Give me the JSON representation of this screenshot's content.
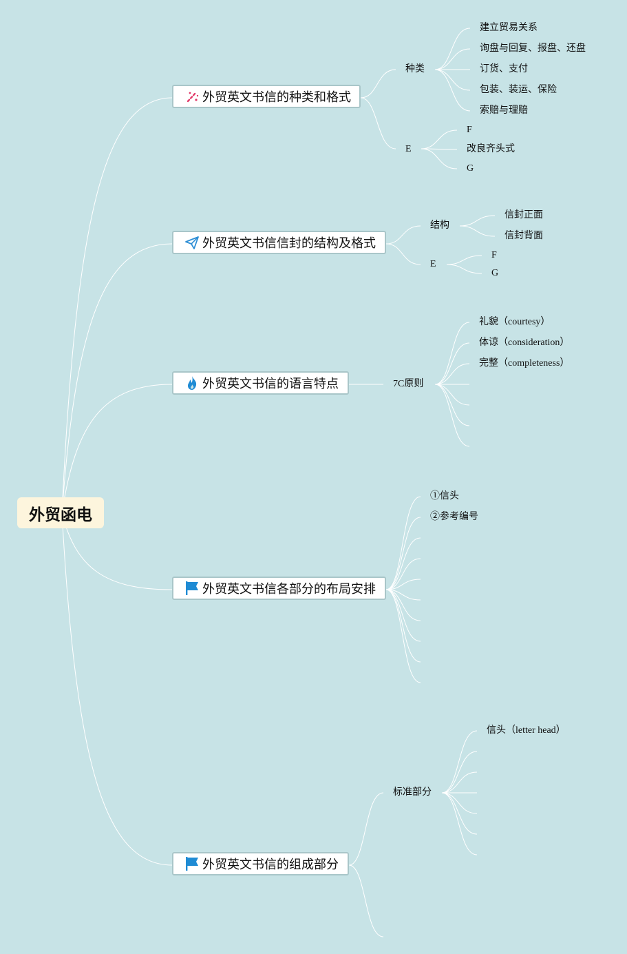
{
  "root": {
    "label": "外贸函电"
  },
  "topics": [
    {
      "label": "外贸英文书信的种类和格式",
      "icon": "magic-wand-icon"
    },
    {
      "label": "外贸英文书信信封的结构及格式",
      "icon": "paper-plane-icon"
    },
    {
      "label": "外贸英文书信的语言特点",
      "icon": "flame-icon"
    },
    {
      "label": "外贸英文书信各部分的布局安排",
      "icon": "flag-icon"
    },
    {
      "label": "外贸英文书信的组成部分",
      "icon": "flag-icon"
    }
  ],
  "t1": {
    "kinds": {
      "label": "种类",
      "items": [
        "建立贸易关系",
        "询盘与回复、报盘、还盘",
        "订货、支付",
        "包装、装运、保险",
        "索赔与理赔"
      ]
    },
    "e": {
      "label": "E",
      "items": [
        "F",
        "改良齐头式",
        "G"
      ]
    }
  },
  "t2": {
    "structure": {
      "label": "结构",
      "items": [
        "信封正面",
        "信封背面"
      ]
    },
    "e": {
      "label": "E",
      "items": [
        "F",
        "G"
      ]
    }
  },
  "t3": {
    "principle": {
      "label": "7C原则",
      "items": [
        "礼貌（courtesy）",
        "体谅（consideration）",
        "完整（completeness）"
      ]
    }
  },
  "t4": {
    "items": [
      "①信头",
      "②参考编号"
    ]
  },
  "t5": {
    "standard": {
      "label": "标准部分",
      "items": [
        "信头（letter head）"
      ]
    }
  },
  "colors": {
    "background": "#c7e3e6",
    "root_fill": "#fdf5dd",
    "line": "#ffffff",
    "topic_border": "#a9c6c9"
  }
}
